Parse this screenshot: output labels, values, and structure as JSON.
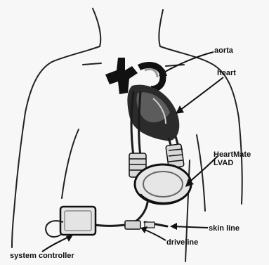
{
  "labels": {
    "aorta": "aorta",
    "heart": "heart",
    "lvad_line1": "HeartMate",
    "lvad_line2": "LVAD",
    "skin_line": "skin line",
    "driveline": "driveline",
    "system_controller": "system controller"
  },
  "colors": {
    "line": "#1a1a1a",
    "heart": "#2b2b2b",
    "device": "#8a8a8a",
    "background": "#f7f7f7"
  }
}
